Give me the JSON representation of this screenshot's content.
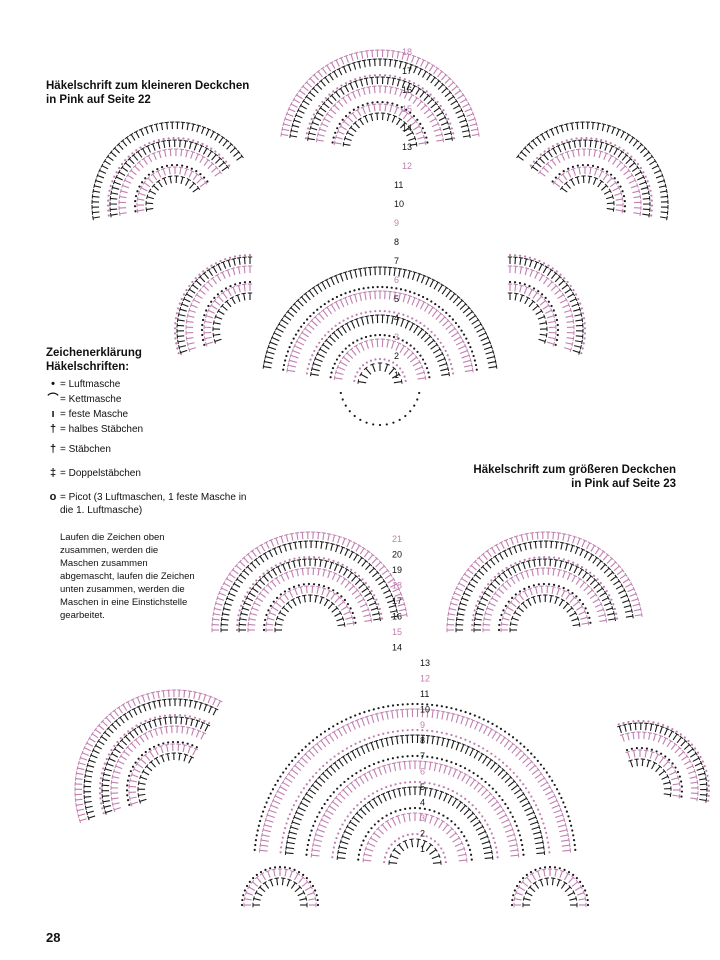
{
  "captions": {
    "small": [
      "Häkelschrift zum kleineren Deckchen",
      "in Pink auf Seite 22"
    ],
    "large": [
      "Häkelschrift zum größeren Deckchen",
      "in Pink auf Seite 23"
    ]
  },
  "legend": {
    "heading": [
      "Zeichenerklärung",
      "Häkelschriften:"
    ],
    "items": [
      {
        "symbol": "•",
        "label": "= Luftmasche"
      },
      {
        "symbol": "⌒",
        "label": "= Kettmasche"
      },
      {
        "symbol": "ı",
        "label": "= feste Masche"
      },
      {
        "symbol": "†",
        "label": "= halbes Stäbchen"
      },
      {
        "symbol": "†",
        "label": "= Stäbchen"
      },
      {
        "symbol": "‡",
        "label": "= Doppelstäbchen"
      },
      {
        "symbol": "o",
        "label": "= Picot (3 Luftmaschen, 1 feste Masche in die 1. Luftmasche)"
      }
    ]
  },
  "note": "Laufen die Zeichen oben zusammen, werden die Maschen zusammen abgemascht, laufen die Zeichen unten zusammen, werden die Maschen in eine Einstichstelle gearbeitet.",
  "round_numbers": {
    "small": [
      "1",
      "2",
      "3",
      "4",
      "5",
      "6",
      "7",
      "8",
      "9",
      "10",
      "11",
      "12",
      "13",
      "14",
      "15",
      "16",
      "17",
      "18"
    ],
    "large": [
      "1",
      "2",
      "3",
      "4",
      "5",
      "6",
      "7",
      "8",
      "9",
      "10",
      "11",
      "12",
      "13",
      "14",
      "15",
      "16",
      "17",
      "18",
      "19",
      "20",
      "21"
    ]
  },
  "page_number": "28",
  "colors": {
    "black_stitch": "#1a1a1a",
    "pink_stitch": "#c17fb0"
  }
}
